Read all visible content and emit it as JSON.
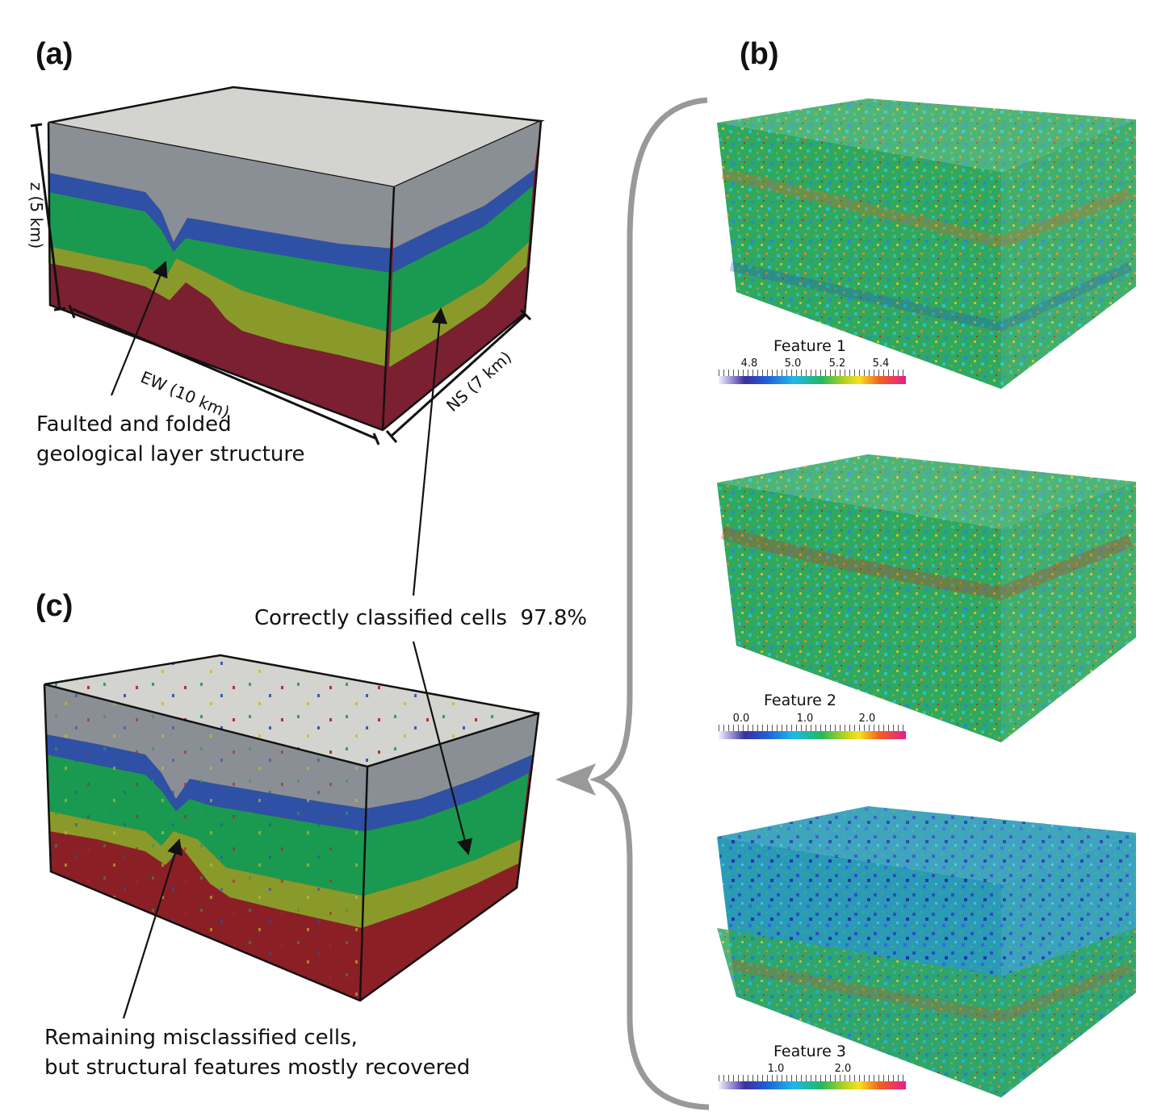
{
  "panels": {
    "a": {
      "label": "(a)",
      "axes": {
        "z": "z (5 km)",
        "ew": "EW (10 km)",
        "ns": "NS (7 km)"
      },
      "annotation": [
        "Faulted and folded",
        "geological layer structure"
      ]
    },
    "b": {
      "label": "(b)",
      "features": [
        {
          "title": "Feature 1",
          "ticks": [
            "4.8",
            "5.0",
            "5.2",
            "5.4"
          ]
        },
        {
          "title": "Feature 2",
          "ticks": [
            "0.0",
            "1.0",
            "2.0"
          ]
        },
        {
          "title": "Feature 3",
          "ticks": [
            "1.0",
            "2.0"
          ]
        }
      ]
    },
    "c": {
      "label": "(c)",
      "accuracy": "Correctly classified cells  97.8%",
      "annotation": [
        "Remaining misclassified cells,",
        "but structural features mostly recovered"
      ]
    }
  },
  "colors": {
    "layer_top": "#8a8f95",
    "layer_top_face": "#d3d3cf",
    "layer_blue": "#2e51a5",
    "layer_green": "#1a9a50",
    "layer_olive": "#8a9a2a",
    "layer_red": "#7a2030",
    "bracket": "#999999"
  }
}
